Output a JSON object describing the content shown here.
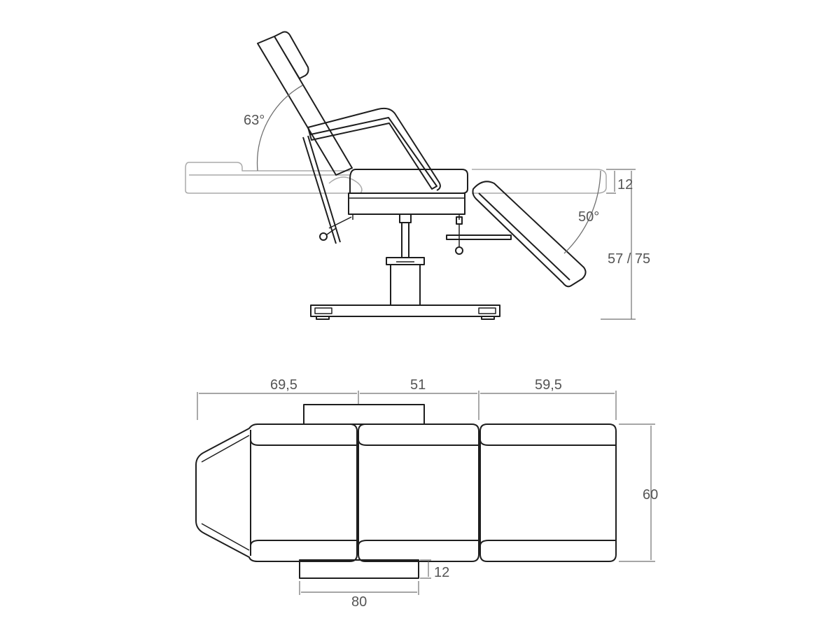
{
  "side_view": {
    "backrest_angle": "63°",
    "legrest_angle": "50°",
    "seat_thickness": "12",
    "seat_height": "57 / 75"
  },
  "top_view": {
    "backrest_length": "69,5",
    "seat_length": "51",
    "legrest_length": "59,5",
    "width": "60",
    "armrest_thickness": "12",
    "armrest_length": "80"
  }
}
